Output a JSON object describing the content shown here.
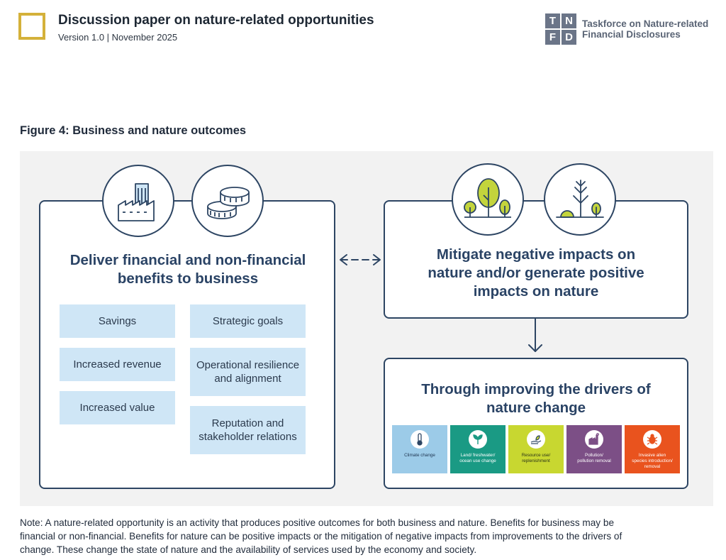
{
  "header": {
    "title": "Discussion paper on nature-related opportunities",
    "subtitle": "Version 1.0 | November 2025",
    "org_letters": [
      "T",
      "N",
      "F",
      "D"
    ],
    "org_name_line1": "Taskforce on Nature-related",
    "org_name_line2": "Financial Disclosures"
  },
  "figure": {
    "title": "Figure 4: Business and nature outcomes",
    "business": {
      "heading_line1": "Deliver financial and non-financial",
      "heading_line2": "benefits to business",
      "icons": [
        "factory-icon",
        "coins-icon"
      ],
      "benefits_left": [
        "Savings",
        "Increased revenue",
        "Increased value"
      ],
      "benefits_right": [
        [
          "Strategic goals"
        ],
        [
          "Operational resilience",
          "and alignment"
        ],
        [
          "Reputation and",
          "stakeholder relations"
        ]
      ]
    },
    "nature": {
      "heading_line1": "Mitigate negative impacts on",
      "heading_line2": "nature and/or generate positive",
      "heading_line3": "impacts on nature",
      "icons": [
        "trees-icon",
        "young-trees-icon"
      ]
    },
    "drivers": {
      "heading_line1": "Through improving the drivers of",
      "heading_line2": "nature change",
      "items": [
        {
          "lines": [
            "Climate change"
          ],
          "color": "#9ccbe8",
          "text_color": "#1f3550",
          "icon": "thermometer-icon"
        },
        {
          "lines": [
            "Land/ freshwater/",
            "ocean use change"
          ],
          "color": "#1a9a84",
          "text_color": "#ffffff",
          "icon": "plant-icon"
        },
        {
          "lines": [
            "Resource use/",
            "replenishment"
          ],
          "color": "#c8d730",
          "text_color": "#2a3318",
          "icon": "hand-leaf-icon"
        },
        {
          "lines": [
            "Pollution/",
            "pollution removal"
          ],
          "color": "#7c4f86",
          "text_color": "#ffffff",
          "icon": "polluting-factory-icon"
        },
        {
          "lines": [
            "Invasive alien",
            "species introduction/",
            "removal"
          ],
          "color": "#e9531e",
          "text_color": "#ffffff",
          "icon": "bug-icon"
        }
      ]
    },
    "colors": {
      "navy": "#2d4563",
      "heading": "#2a4365",
      "benefit_fill": "#cfe6f6",
      "panel": "#f2f2f2",
      "tree_green": "#c3d43c"
    }
  },
  "note": {
    "line1": "Note: A nature-related opportunity is an activity that produces positive outcomes for both business and nature. Benefits for business may be",
    "line2": "financial or non-financial. Benefits for nature can be positive impacts or the mitigation of negative impacts from improvements to the drivers of",
    "line3": "change. These change the state of nature and the availability of services used by the economy and society."
  }
}
